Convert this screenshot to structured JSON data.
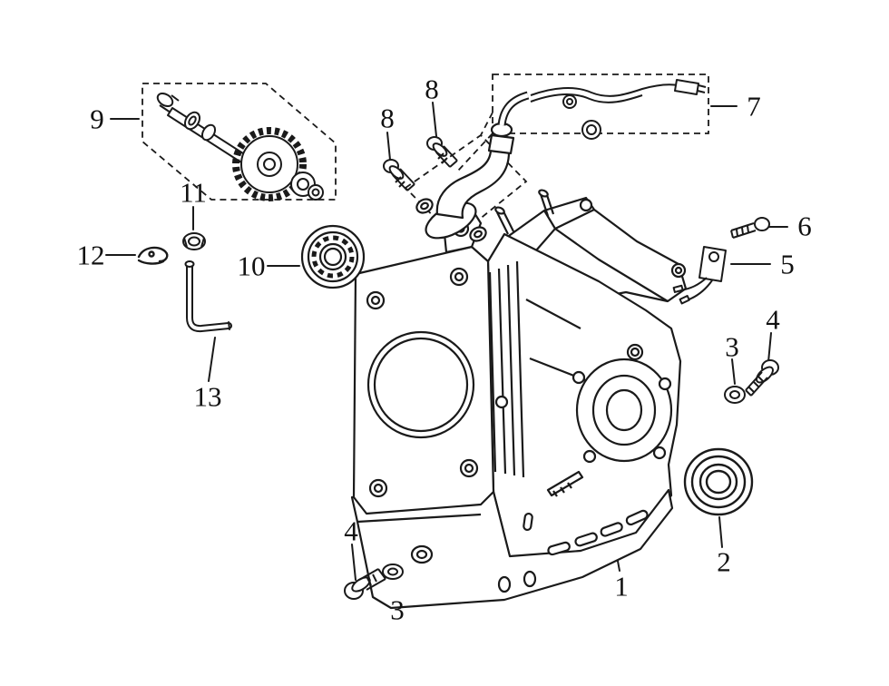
{
  "diagram": {
    "callouts": [
      {
        "label": "9"
      },
      {
        "label": "8"
      },
      {
        "label": "8"
      },
      {
        "label": "7"
      },
      {
        "label": "6"
      },
      {
        "label": "5"
      },
      {
        "label": "4"
      },
      {
        "label": "3"
      },
      {
        "label": "11"
      },
      {
        "label": "12"
      },
      {
        "label": "10"
      },
      {
        "label": "13"
      },
      {
        "label": "4"
      },
      {
        "label": "3"
      },
      {
        "label": "1"
      },
      {
        "label": "2"
      }
    ]
  },
  "colors": {
    "line": "#1a1a1a",
    "background": "#ffffff"
  }
}
